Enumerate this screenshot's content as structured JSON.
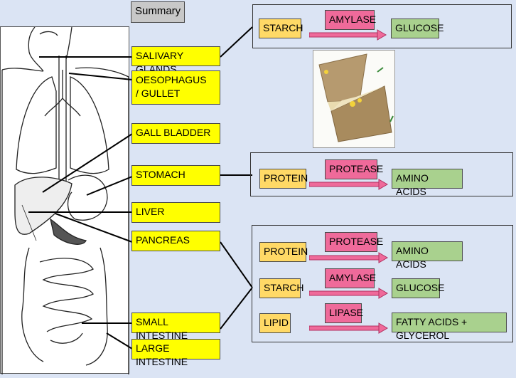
{
  "summary_label": "Summary",
  "organs": {
    "salivary_glands": "SALIVARY GLANDS",
    "oesophagus_line1": "OESOPHAGUS",
    "oesophagus_line2": "/ GULLET",
    "gall_bladder": "GALL BLADDER",
    "stomach": "STOMACH",
    "liver": "LIVER",
    "pancreas": "PANCREAS",
    "small_intestine": "SMALL INTESTINE",
    "large_intestine": "LARGE INTESTINE"
  },
  "mouth_reaction": {
    "substrate": "STARCH",
    "enzyme": "AMYLASE",
    "product": "GLUCOSE"
  },
  "stomach_reaction": {
    "substrate": "PROTEIN",
    "enzyme": "PROTEASE",
    "product": "AMINO ACIDS"
  },
  "intestine_reactions": [
    {
      "substrate": "PROTEIN",
      "enzyme": "PROTEASE",
      "product": "AMINO ACIDS"
    },
    {
      "substrate": "STARCH",
      "enzyme": "AMYLASE",
      "product": "GLUCOSE"
    },
    {
      "substrate": "LIPID",
      "enzyme": "LIPASE",
      "product": "FATTY ACIDS + GLYCEROL"
    }
  ],
  "colors": {
    "background": "#dbe4f4",
    "organ_label": "#ffff00",
    "substrate": "#ffd966",
    "enzyme": "#ef6a9a",
    "product": "#a9d18e",
    "arrow": "#e8457f"
  },
  "icons": [
    "digestive-system-illustration",
    "sandwich-photo",
    "reaction-arrow"
  ]
}
